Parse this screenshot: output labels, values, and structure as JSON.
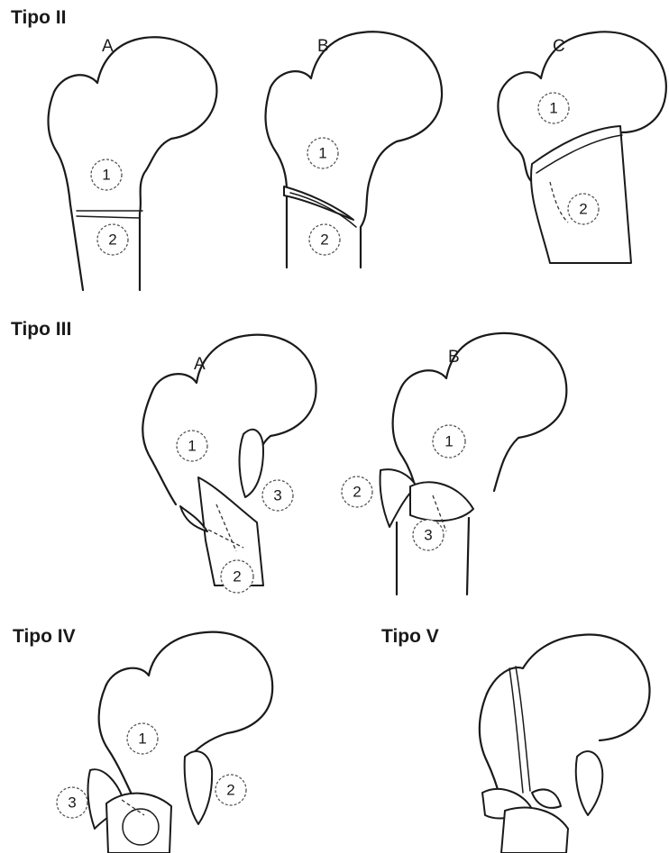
{
  "sections": {
    "tipo2": {
      "title": "Tipo II",
      "panels": {
        "a": {
          "letter": "A",
          "labels": [
            "1",
            "2"
          ]
        },
        "b": {
          "letter": "B",
          "labels": [
            "1",
            "2"
          ]
        },
        "c": {
          "letter": "C",
          "labels": [
            "1",
            "2"
          ]
        }
      }
    },
    "tipo3": {
      "title": "Tipo III",
      "panels": {
        "a": {
          "letter": "A",
          "labels": [
            "1",
            "2",
            "3"
          ]
        },
        "b": {
          "letter": "B",
          "labels": [
            "1",
            "2",
            "3"
          ]
        }
      }
    },
    "tipo4": {
      "title": "Tipo IV",
      "labels": [
        "1",
        "2",
        "3"
      ]
    },
    "tipo5": {
      "title": "Tipo V"
    }
  }
}
